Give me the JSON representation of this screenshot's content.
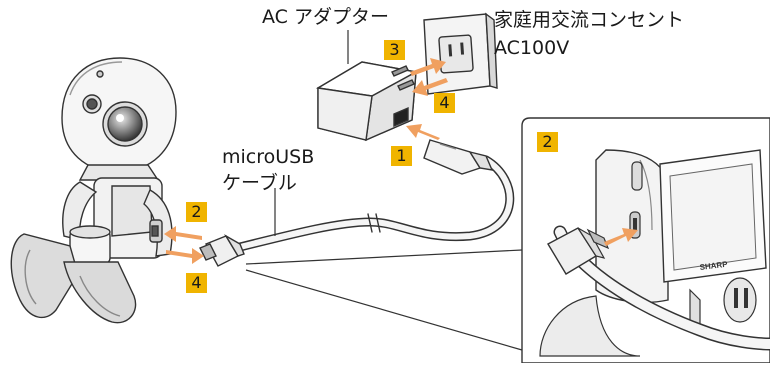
{
  "labels": {
    "ac_adapter": "AC アダプター",
    "outlet_line1": "家庭用交流コンセント",
    "outlet_line2": "AC100V",
    "cable_line1": "microUSB",
    "cable_line2": "ケーブル"
  },
  "steps": {
    "adapter_to_outlet": "3",
    "remove_from_outlet": "4",
    "cable_to_adapter": "1",
    "connect_to_robot": "2",
    "remove_from_robot": "4",
    "inset_connect": "2"
  },
  "brand": "SHARP",
  "colors": {
    "step_badge": "#f0b400",
    "arrow": "#f0a060",
    "line": "#333333"
  },
  "icons": [
    "robot-illustration",
    "ac-adapter-illustration",
    "wall-outlet-illustration",
    "usb-plug-illustration",
    "inset-closeup-illustration"
  ]
}
